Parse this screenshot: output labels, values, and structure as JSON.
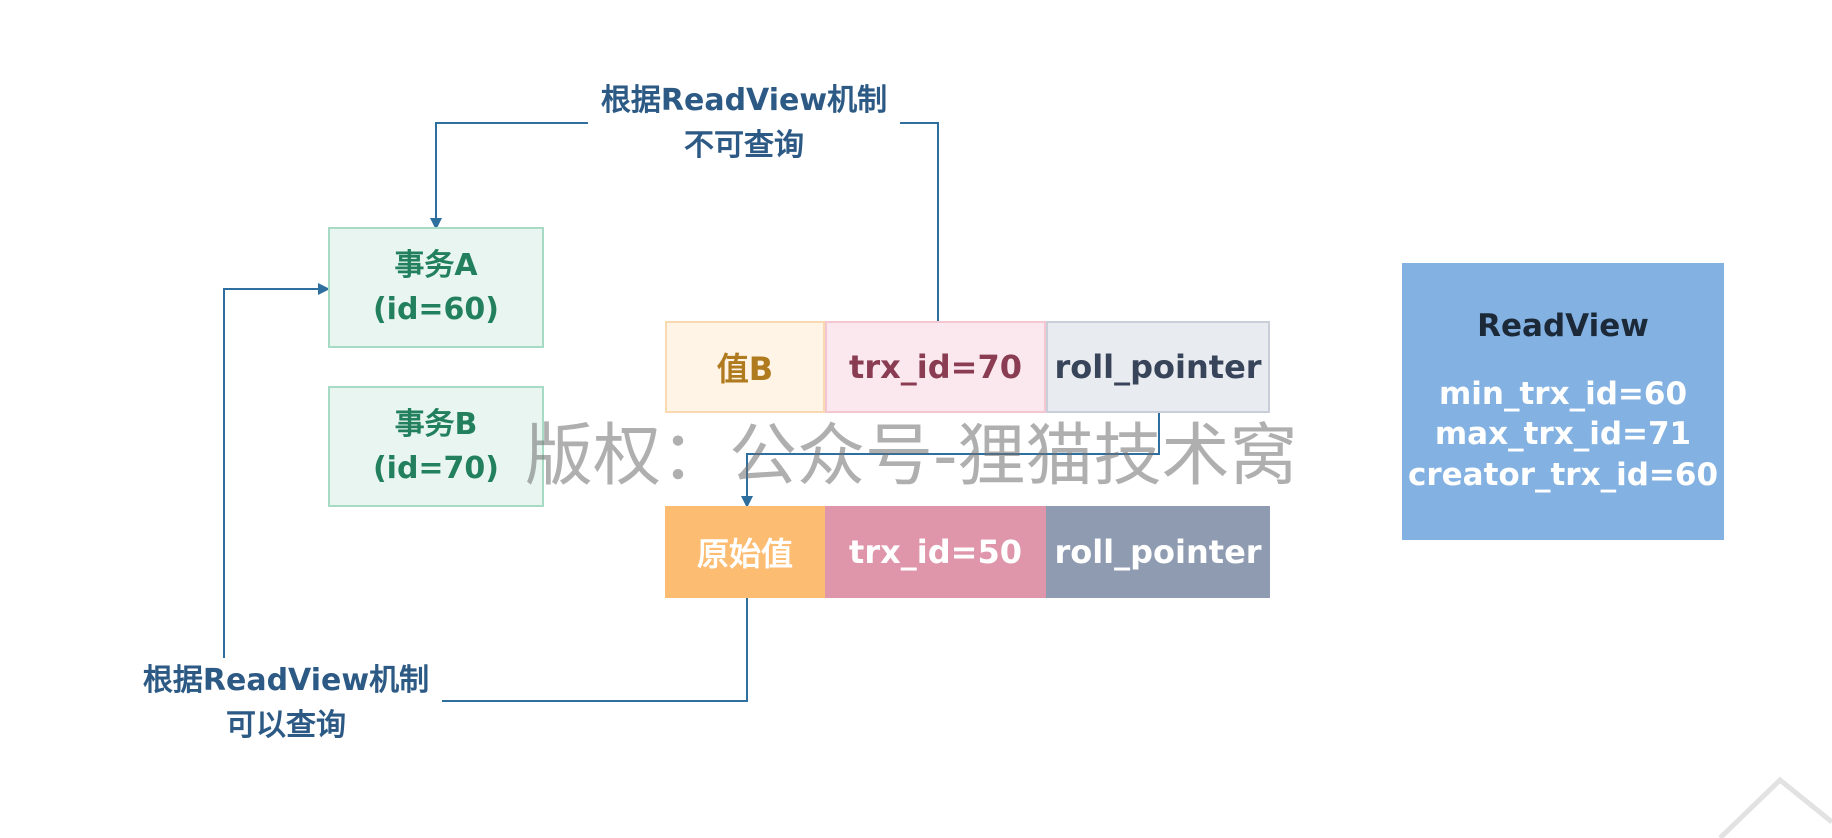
{
  "transactions": [
    {
      "line1": "事务A",
      "line2": "(id=60)"
    },
    {
      "line1": "事务B",
      "line2": "(id=70)"
    }
  ],
  "record_current": {
    "value": "值B",
    "trx_id": "trx_id=70",
    "roll_pointer": "roll_pointer"
  },
  "record_original": {
    "value": "原始值",
    "trx_id": "trx_id=50",
    "roll_pointer": "roll_pointer"
  },
  "readview": {
    "title": "ReadView",
    "min_trx_id": "min_trx_id=60",
    "max_trx_id": "max_trx_id=71",
    "creator_trx_id": "creator_trx_id=60"
  },
  "labels": {
    "top_line1": "根据ReadView机制",
    "top_line2": "不可查询",
    "bottom_line1": "根据ReadView机制",
    "bottom_line2": "可以查询"
  },
  "watermark": "版权：公众号-狸猫技术窝",
  "colors": {
    "arrow": "#2f6f9f"
  }
}
